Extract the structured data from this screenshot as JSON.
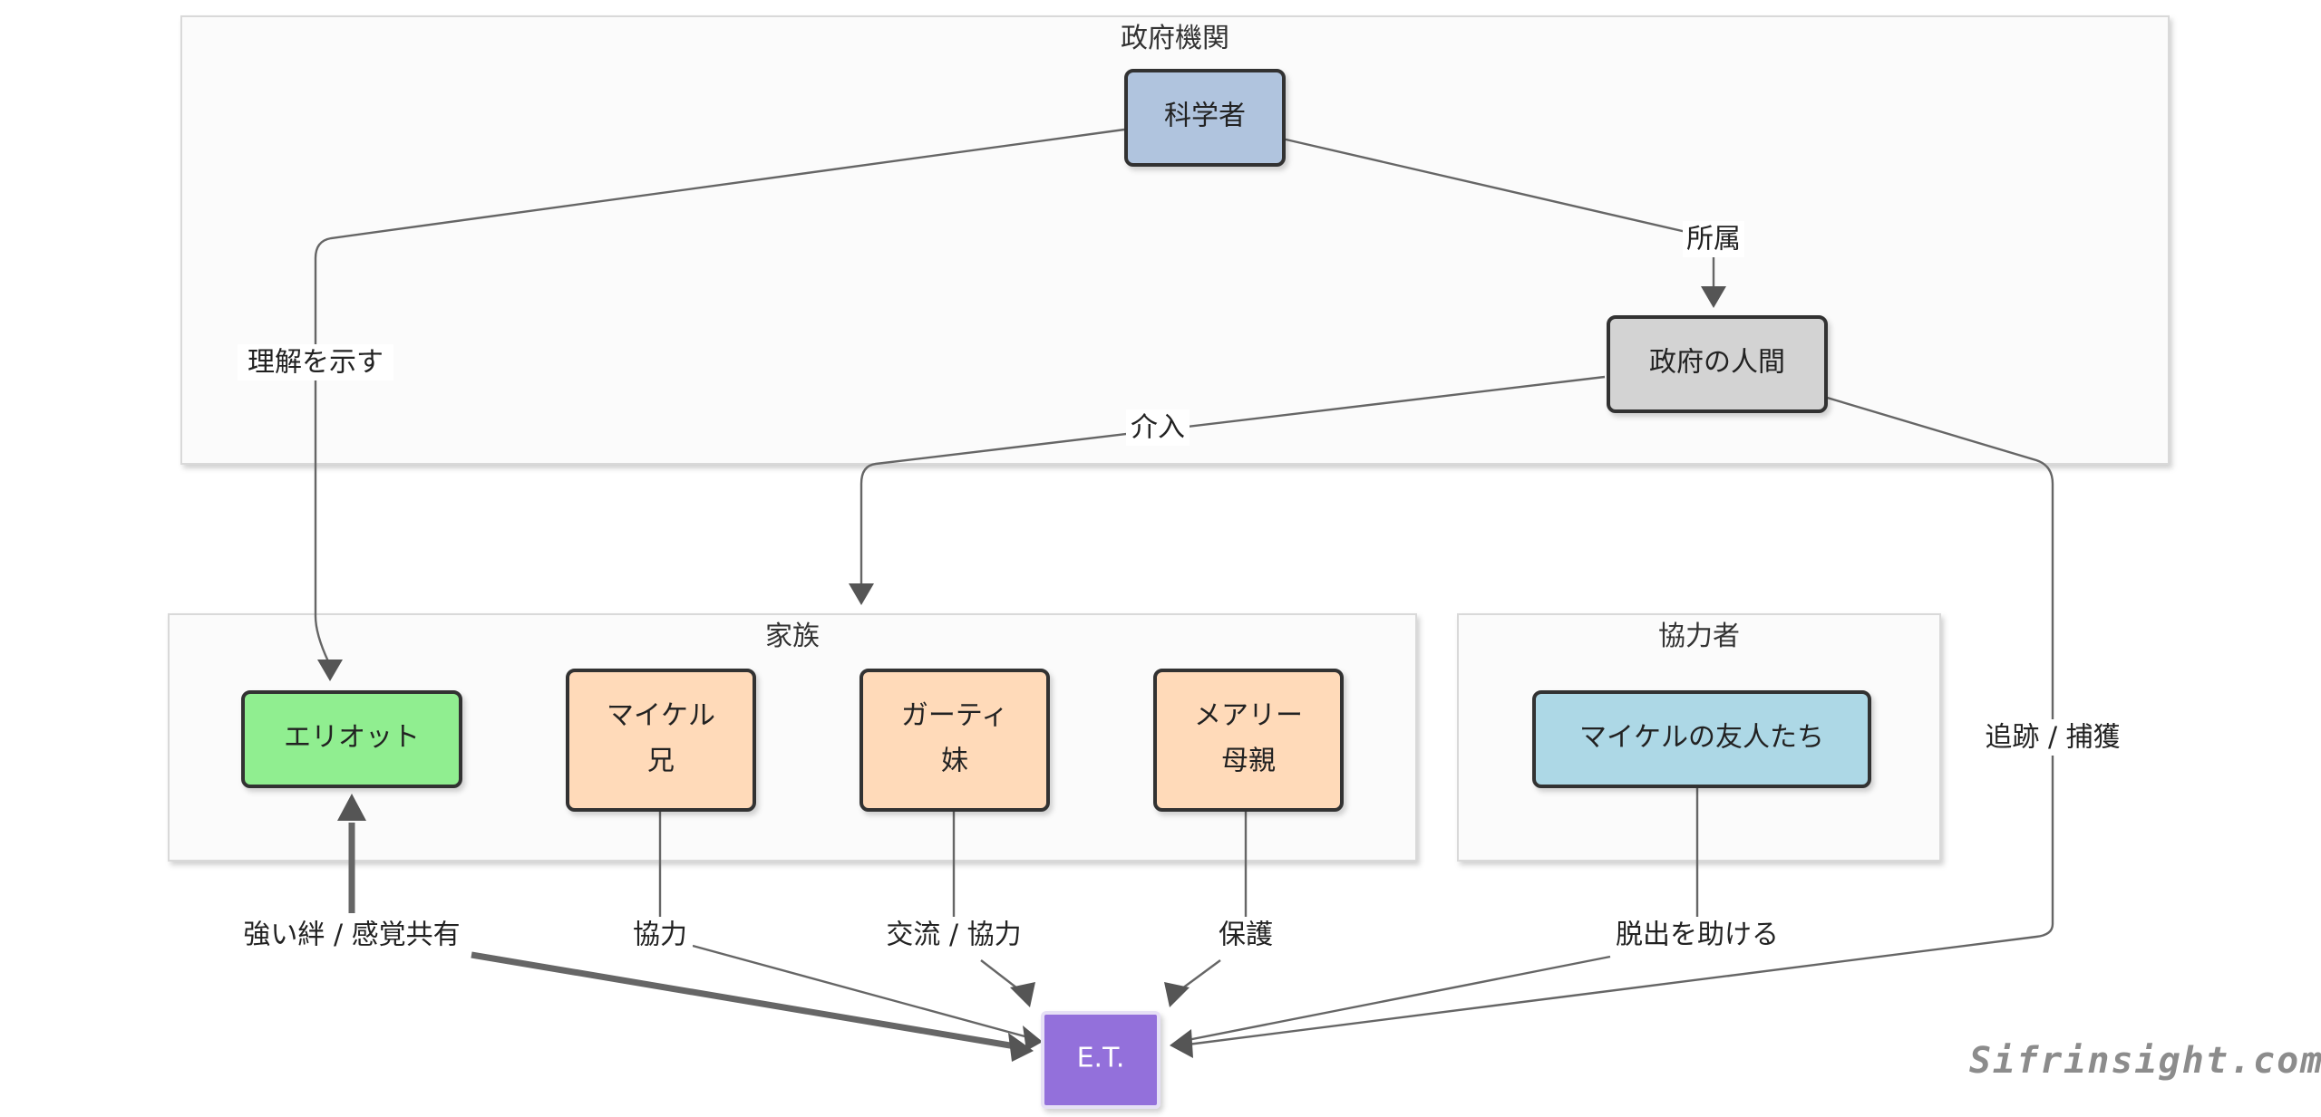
{
  "clusters": {
    "government": "政府機関",
    "family": "家族",
    "helpers": "協力者"
  },
  "nodes": {
    "scientist": "科学者",
    "gov_people": "政府の人間",
    "elliott": "エリオット",
    "michael": [
      "マイケル",
      "兄"
    ],
    "gertie": [
      "ガーティ",
      "妹"
    ],
    "mary": [
      "メアリー",
      "母親"
    ],
    "friends": "マイケルの友人たち",
    "et": "E.T."
  },
  "edges": {
    "affiliation": "所属",
    "understanding": "理解を示す",
    "intervention": "介入",
    "tracking": "追跡 / 捕獲",
    "bond": "強い絆 / 感覚共有",
    "cooperation": "協力",
    "exchange": "交流 / 協力",
    "protection": "保護",
    "escape": "脱出を助ける"
  },
  "watermark": "Sifrinsight.com",
  "colors": {
    "scientist": "#b0c4de",
    "gov_people": "#d3d3d3",
    "elliott": "#90ee90",
    "family_member": "#ffdab9",
    "friends": "#add8e6",
    "et": "#9370db",
    "edge": "#666666"
  }
}
